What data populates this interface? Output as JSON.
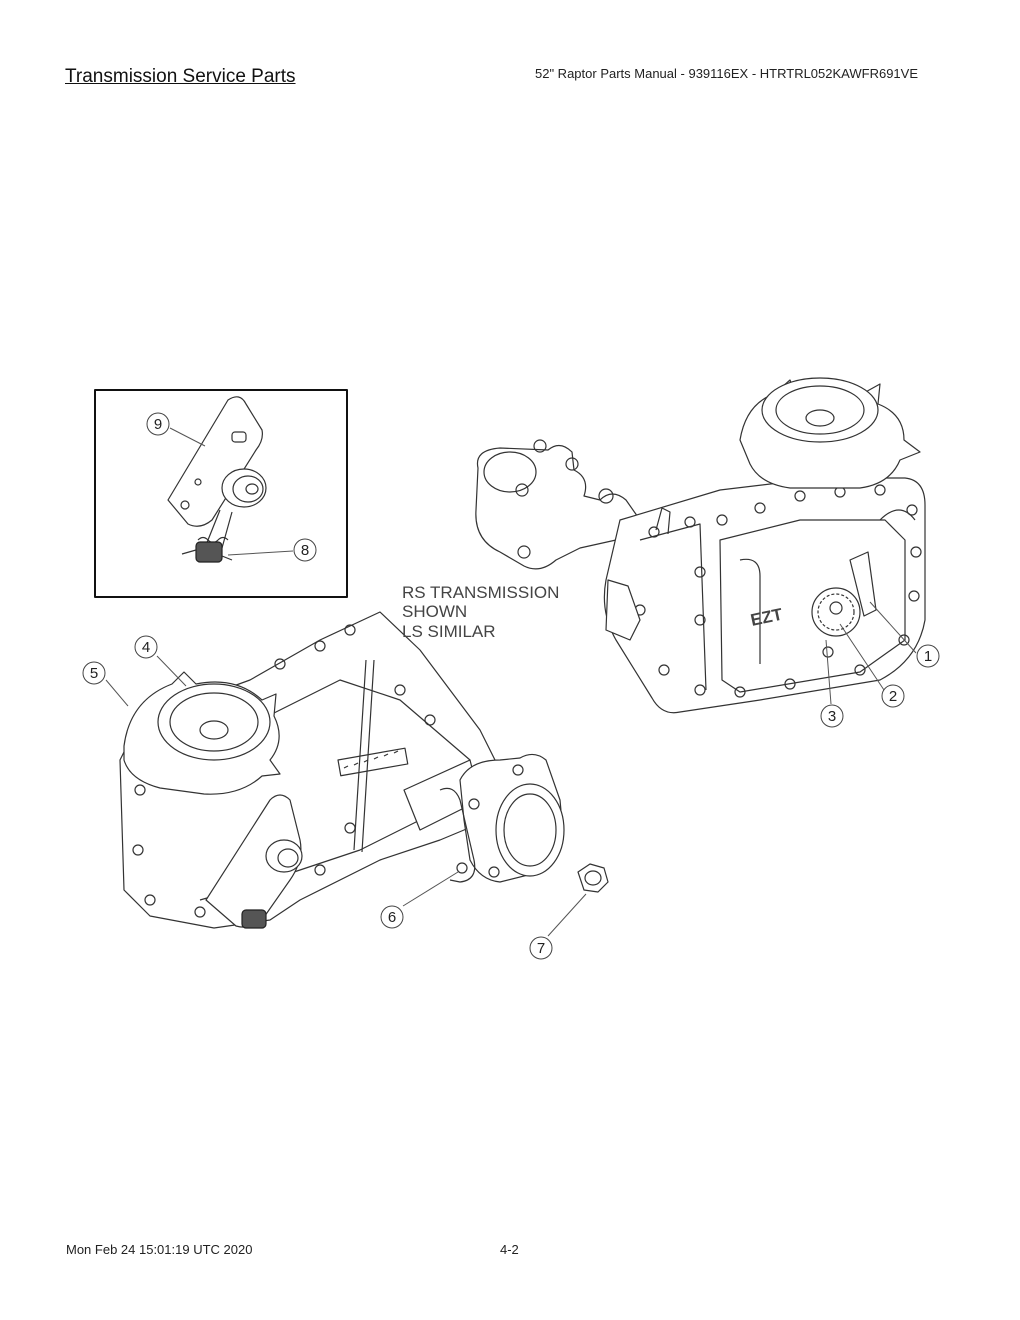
{
  "header": {
    "title": "Transmission Service Parts",
    "manual_ref": "52\" Raptor Parts Manual - 939116EX - HTRTRL052KAWFR691VE"
  },
  "diagram": {
    "note_lines": [
      "RS TRANSMISSION",
      "SHOWN",
      "LS SIMILAR"
    ],
    "engraving": "EZT",
    "callouts": [
      {
        "num": "1"
      },
      {
        "num": "2"
      },
      {
        "num": "3"
      },
      {
        "num": "4"
      },
      {
        "num": "5"
      },
      {
        "num": "6"
      },
      {
        "num": "7"
      },
      {
        "num": "8"
      },
      {
        "num": "9"
      }
    ]
  },
  "footer": {
    "timestamp": "Mon Feb 24 15:01:19 UTC 2020",
    "page": "4-2"
  }
}
